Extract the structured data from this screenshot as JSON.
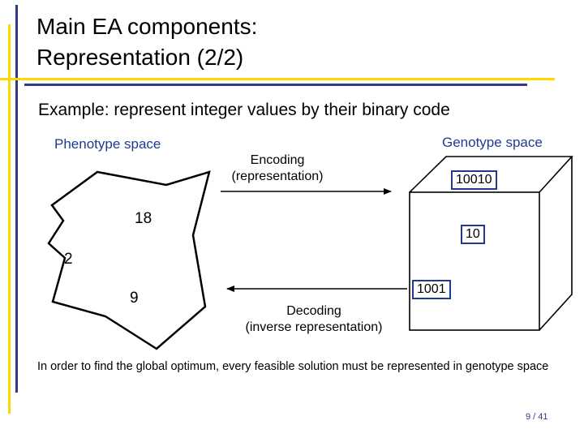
{
  "slide": {
    "title_line1": "Main EA components:",
    "title_line2": "Representation (2/2)",
    "example": "Example: represent integer values by their binary code",
    "phenotype_label": "Phenotype space",
    "genotype_label": "Genotype space",
    "encoding_line1": "Encoding",
    "encoding_line2": "(representation)",
    "decoding_line1": "Decoding",
    "decoding_line2": "(inverse representation)",
    "phenotype_values": [
      "18",
      "2",
      "9"
    ],
    "genotype_values": [
      "10010",
      "10",
      "1001"
    ],
    "note": "In order to find the global optimum, every feasible solution must be represented in genotype space",
    "page": "9 / 41"
  },
  "colors": {
    "accent_yellow": "#ffd600",
    "accent_blue": "#2b3a8c",
    "label_blue": "#1f3a93"
  }
}
